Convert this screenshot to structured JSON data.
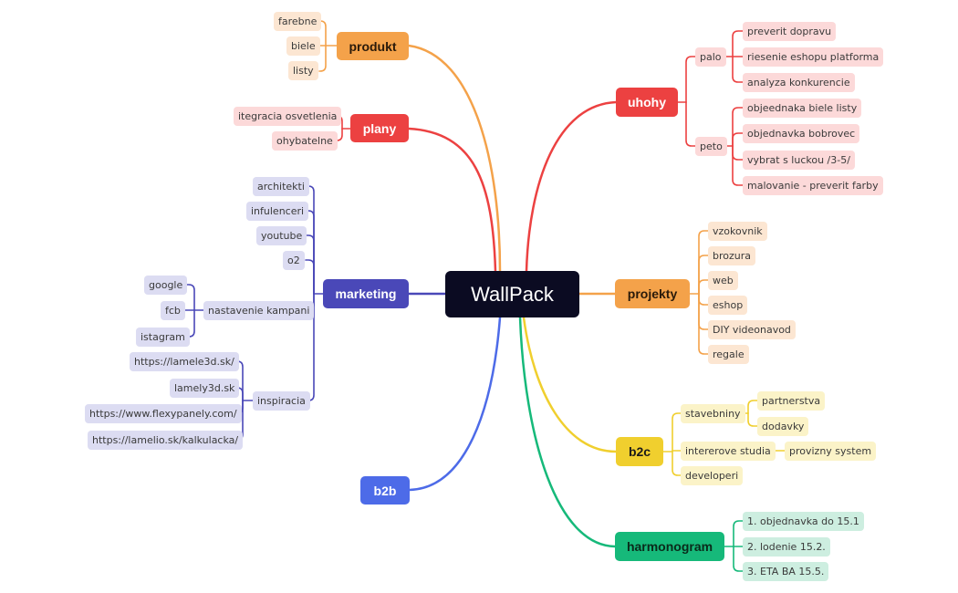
{
  "root": "WallPack",
  "colors": {
    "orange": "#f4a24a",
    "red": "#ec4141",
    "purple": "#4a48b8",
    "blue": "#4d6be8",
    "yellow": "#f0cf2e",
    "green": "#16b97a",
    "root": "#0b0b22"
  },
  "branches": {
    "produkt": {
      "label": "produkt",
      "items": [
        "farebne",
        "biele",
        "listy"
      ]
    },
    "plany": {
      "label": "plany",
      "items": [
        "itegracia osvetlenia",
        "ohybatelne"
      ]
    },
    "marketing": {
      "label": "marketing",
      "items": [
        "architekti",
        "infulenceri",
        "youtube",
        "o2"
      ],
      "nastavenie": {
        "label": "nastavenie kampani",
        "items": [
          "google",
          "fcb",
          "istagram"
        ]
      },
      "inspiracia": {
        "label": "inspiracia",
        "items": [
          "https://lamele3d.sk/",
          "lamely3d.sk",
          "https://www.flexypanely.com/",
          "https://lamelio.sk/kalkulacka/"
        ]
      }
    },
    "b2b": {
      "label": "b2b"
    },
    "uhohy": {
      "label": "uhohy",
      "palo": {
        "label": "palo",
        "items": [
          "preverit dopravu",
          "riesenie eshopu platforma",
          "analyza konkurencie"
        ]
      },
      "peto": {
        "label": "peto",
        "items": [
          "objeednaka biele listy",
          "objednavka bobrovec",
          "vybrat s luckou /3-5/",
          "malovanie - preverit farby"
        ]
      }
    },
    "projekty": {
      "label": "projekty",
      "items": [
        "vzokovnik",
        "brozura",
        "web",
        "eshop",
        "DIY videonavod",
        "regale"
      ]
    },
    "b2c": {
      "label": "b2c",
      "stavebniny": {
        "label": "stavebniny",
        "items": [
          "partnerstva",
          "dodavky"
        ]
      },
      "studia": {
        "label": "intererove studia",
        "items": [
          "provizny system"
        ]
      },
      "developeri": "developeri"
    },
    "harmonogram": {
      "label": "harmonogram",
      "items": [
        "1. objednavka do 15.1",
        "2. lodenie 15.2.",
        "3. ETA BA 15.5."
      ]
    }
  }
}
